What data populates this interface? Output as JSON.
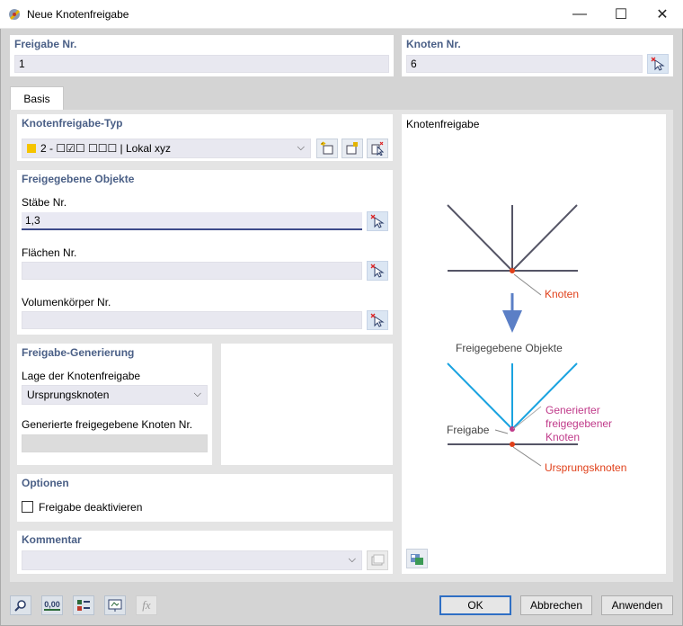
{
  "window": {
    "title": "Neue Knotenfreigabe",
    "minimize_glyph": "—",
    "maximize_glyph": "☐",
    "close_glyph": "✕"
  },
  "header": {
    "freigabe_label": "Freigabe Nr.",
    "freigabe_value": "1",
    "knoten_label": "Knoten Nr.",
    "knoten_value": "6"
  },
  "tabs": [
    {
      "label": "Basis"
    }
  ],
  "typ": {
    "title": "Knotenfreigabe-Typ",
    "selected": "2 - ☐☑☐ ☐☐☐ | Lokal xyz",
    "swatch_color": "#f5c400"
  },
  "objects": {
    "title": "Freigegebene Objekte",
    "members_label": "Stäbe Nr.",
    "members_value": "1,3",
    "surfaces_label": "Flächen Nr.",
    "surfaces_value": "",
    "solids_label": "Volumenkörper Nr.",
    "solids_value": ""
  },
  "generation": {
    "title": "Freigabe-Generierung",
    "position_label": "Lage der Knotenfreigabe",
    "position_value": "Ursprungsknoten",
    "generated_label": "Generierte freigegebene Knoten Nr.",
    "generated_value": ""
  },
  "options": {
    "title": "Optionen",
    "deactivate_label": "Freigabe deaktivieren",
    "deactivate_checked": false
  },
  "comment": {
    "title": "Kommentar",
    "value": ""
  },
  "preview": {
    "title": "Knotenfreigabe",
    "label_node": "Knoten",
    "label_released": "Freigegebene Objekte",
    "label_generated_1": "Generierter",
    "label_generated_2": "freigegebener",
    "label_generated_3": "Knoten",
    "label_release": "Freigabe",
    "label_origin": "Ursprungsknoten",
    "color_node": "#e0401a",
    "color_generated": "#c03a8a",
    "color_released_lines": "#1aa3e0",
    "color_original_lines": "#555566",
    "color_arrow": "#5b7fc6"
  },
  "buttons": {
    "ok": "OK",
    "cancel": "Abbrechen",
    "apply": "Anwenden"
  },
  "footer_icons": {
    "units_label": "0,00",
    "formula_label": "fx"
  }
}
